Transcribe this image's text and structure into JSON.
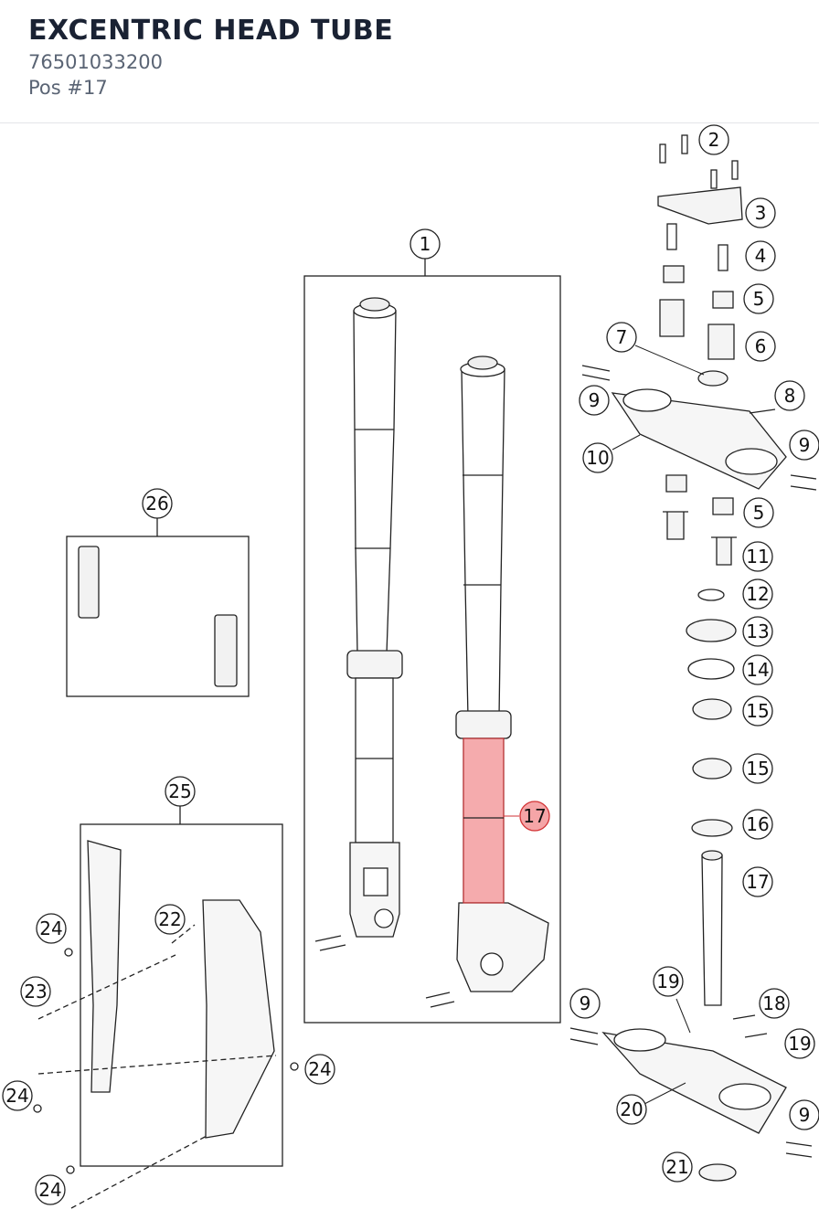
{
  "header": {
    "title": "EXCENTRIC HEAD TUBE",
    "part_number": "76501033200",
    "position": "Pos #17"
  },
  "diagram": {
    "highlight_color": "#e8383b",
    "callouts": [
      {
        "id": "c1",
        "label": "1"
      },
      {
        "id": "c2",
        "label": "2"
      },
      {
        "id": "c3",
        "label": "3"
      },
      {
        "id": "c4",
        "label": "4"
      },
      {
        "id": "c5a",
        "label": "5"
      },
      {
        "id": "c6",
        "label": "6"
      },
      {
        "id": "c7",
        "label": "7"
      },
      {
        "id": "c8",
        "label": "8"
      },
      {
        "id": "c9a",
        "label": "9"
      },
      {
        "id": "c9b",
        "label": "9"
      },
      {
        "id": "c10",
        "label": "10"
      },
      {
        "id": "c5b",
        "label": "5"
      },
      {
        "id": "c11",
        "label": "11"
      },
      {
        "id": "c12",
        "label": "12"
      },
      {
        "id": "c13",
        "label": "13"
      },
      {
        "id": "c14",
        "label": "14"
      },
      {
        "id": "c15a",
        "label": "15"
      },
      {
        "id": "c15b",
        "label": "15"
      },
      {
        "id": "c16",
        "label": "16"
      },
      {
        "id": "c17a",
        "label": "17"
      },
      {
        "id": "c17b",
        "label": "17"
      },
      {
        "id": "c18",
        "label": "18"
      },
      {
        "id": "c19a",
        "label": "19"
      },
      {
        "id": "c19b",
        "label": "19"
      },
      {
        "id": "c9c",
        "label": "9"
      },
      {
        "id": "c9d",
        "label": "9"
      },
      {
        "id": "c20",
        "label": "20"
      },
      {
        "id": "c21",
        "label": "21"
      },
      {
        "id": "c22",
        "label": "22"
      },
      {
        "id": "c23",
        "label": "23"
      },
      {
        "id": "c24a",
        "label": "24"
      },
      {
        "id": "c24b",
        "label": "24"
      },
      {
        "id": "c24c",
        "label": "24"
      },
      {
        "id": "c24d",
        "label": "24"
      },
      {
        "id": "c25",
        "label": "25"
      },
      {
        "id": "c26",
        "label": "26"
      }
    ]
  }
}
